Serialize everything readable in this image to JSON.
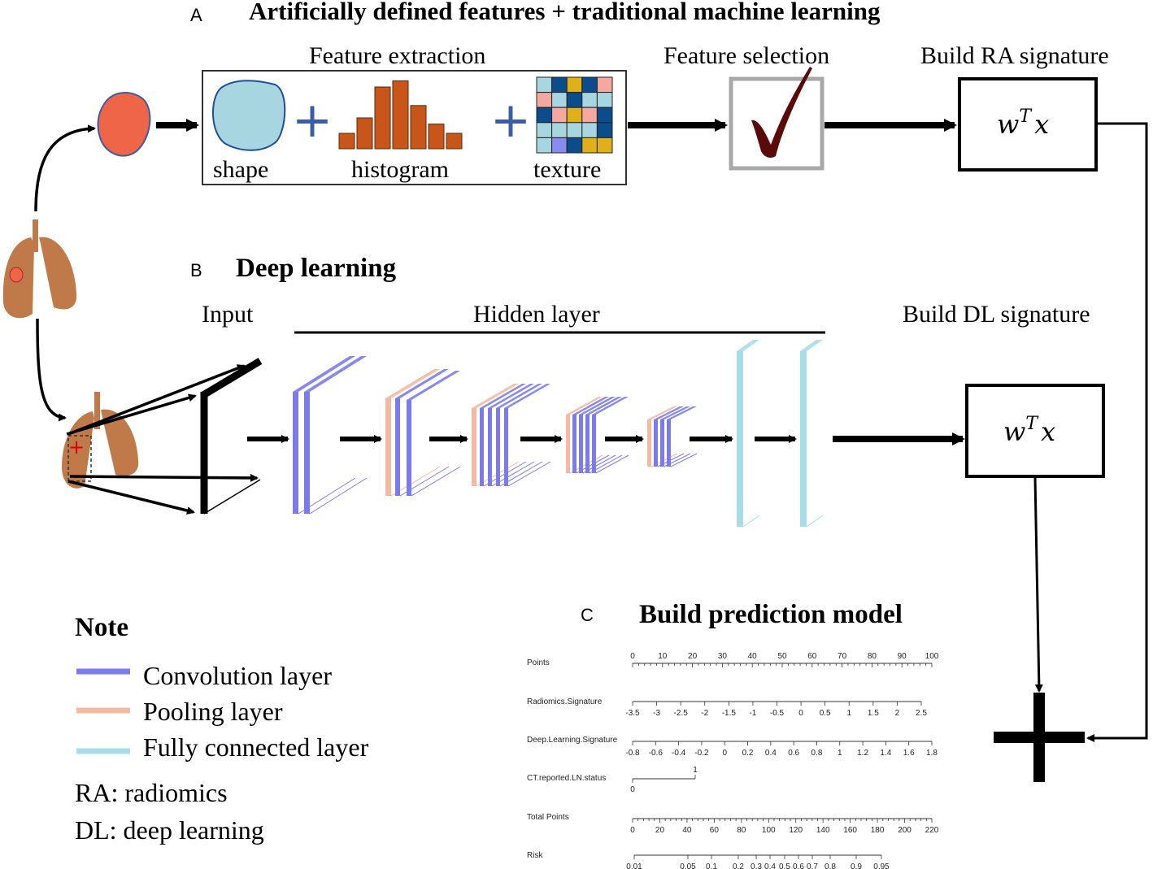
{
  "panel_a": {
    "letter": "A",
    "title": "Artificially defined features + traditional machine learning",
    "feature_extraction": "Feature extraction",
    "shape": "shape",
    "histogram": "histogram",
    "texture": "texture",
    "feature_selection": "Feature selection",
    "build_ra": "Build RA signature",
    "formula": "w",
    "formula_sup": "T",
    "formula_x": "x"
  },
  "panel_b": {
    "letter": "B",
    "title": "Deep learning",
    "input": "Input",
    "hidden_layer": "Hidden layer",
    "build_dl": "Build DL signature",
    "formula": "w",
    "formula_sup": "T",
    "formula_x": "x"
  },
  "panel_c": {
    "letter": "C",
    "title": "Build prediction model"
  },
  "note": {
    "title": "Note",
    "conv": "Convolution layer",
    "pool": "Pooling layer",
    "fc": "Fully connected layer",
    "ra": "RA: radiomics",
    "dl": "DL: deep learning"
  },
  "colors": {
    "convolution": "#7b7bef",
    "pooling": "#f4b9a0",
    "fully_connected": "#a8dde8",
    "lung": "#c07a4a",
    "tumor": "#ee6547",
    "histogram": "#c8561a",
    "shape": "#a8d6e0",
    "check": "#5b0a0a"
  },
  "texture_grid": [
    [
      "#a8d6e0",
      "#0b4c8c",
      "#e0b01a",
      "#0b4c8c",
      "#f4a8a0"
    ],
    [
      "#f4a8a0",
      "#a8d6e0",
      "#0b4c8c",
      "#a8d6e0",
      "#a8d6e0"
    ],
    [
      "#0b4c8c",
      "#f4a8a0",
      "#e0b01a",
      "#f4a8a0",
      "#0b4c8c"
    ],
    [
      "#a8d6e0",
      "#a8d6e0",
      "#a8d6e0",
      "#a8d6e0",
      "#0b4c8c"
    ],
    [
      "#a8d6e0",
      "#8a8af0",
      "#0b4c8c",
      "#e0b01a",
      "#e0b01a"
    ]
  ],
  "histogram_bars": [
    1,
    2,
    4,
    4.4,
    2.8,
    1.6,
    1
  ],
  "nomogram": {
    "rows": [
      {
        "label": "Points",
        "ticks": [
          "0",
          "10",
          "20",
          "30",
          "40",
          "50",
          "60",
          "70",
          "80",
          "90",
          "100"
        ],
        "labels_above": true
      },
      {
        "label": "Radiomics.Signature",
        "ticks": [
          "-3.5",
          "-3",
          "-2.5",
          "-2",
          "-1.5",
          "-1",
          "-0.5",
          "0",
          "0.5",
          "1",
          "1.5",
          "2",
          "2.5"
        ],
        "labels_above": false
      },
      {
        "label": "Deep.Learning.Signature",
        "ticks": [
          "-0.8",
          "-0.6",
          "-0.4",
          "-0.2",
          "0",
          "0.2",
          "0.4",
          "0.6",
          "0.8",
          "1",
          "1.2",
          "1.4",
          "1.6",
          "1.8"
        ],
        "labels_above": false
      },
      {
        "label": "CT.reported.LN.status",
        "ticks": [
          "0",
          "1"
        ],
        "labels_above": false
      },
      {
        "label": "Total Points",
        "ticks": [
          "0",
          "20",
          "40",
          "60",
          "80",
          "100",
          "120",
          "140",
          "160",
          "180",
          "200",
          "220"
        ],
        "labels_above": false
      },
      {
        "label": "Risk",
        "ticks": [
          "0.01",
          "0.05",
          "0.1",
          "0.2",
          "0.3",
          "0.4",
          "0.5",
          "0.6",
          "0.7",
          "0.8",
          "0.9",
          "0.95"
        ],
        "labels_above": false
      }
    ]
  }
}
